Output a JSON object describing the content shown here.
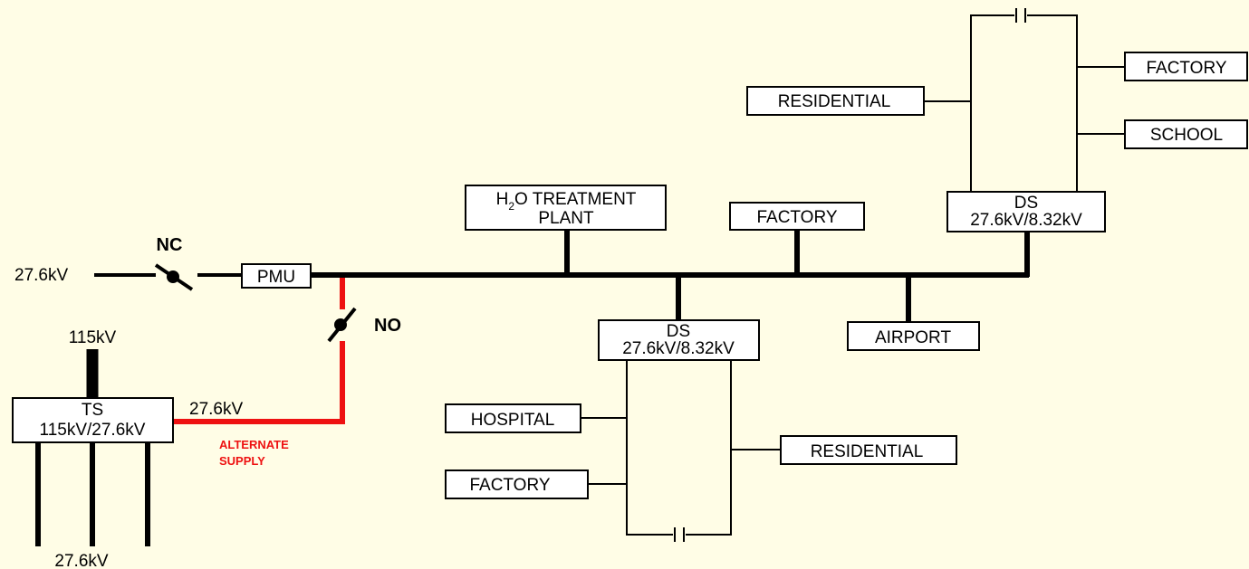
{
  "labels": {
    "source_voltage": "27.6kV",
    "nc": "NC",
    "no": "NO",
    "pmu": "PMU",
    "ts_voltage_in": "115kV",
    "ts_name": "TS",
    "ts_rating": "115kV/27.6kV",
    "ts_out_voltage": "27.6kV",
    "ts_bottom_voltage": "27.6kV",
    "alternate_supply_line1": "ALTERNATE",
    "alternate_supply_line2": "SUPPLY",
    "h2o_h": "H",
    "h2o_sub": "2",
    "h2o_rest": "O TREATMENT",
    "h2o_line2": "PLANT",
    "factory_top": "FACTORY",
    "ds1_name": "DS",
    "ds1_rating": "27.6kV/8.32kV",
    "airport": "AIRPORT",
    "hospital": "HOSPITAL",
    "factory_bottom": "FACTORY",
    "residential_right": "RESIDENTIAL",
    "ds2_name": "DS",
    "ds2_rating": "27.6kV/8.32kV",
    "residential_top": "RESIDENTIAL",
    "factory_right": "FACTORY",
    "school": "SCHOOL"
  },
  "colors": {
    "background": "#fffde6",
    "line": "#000000",
    "alternate_supply": "#ee1111"
  }
}
